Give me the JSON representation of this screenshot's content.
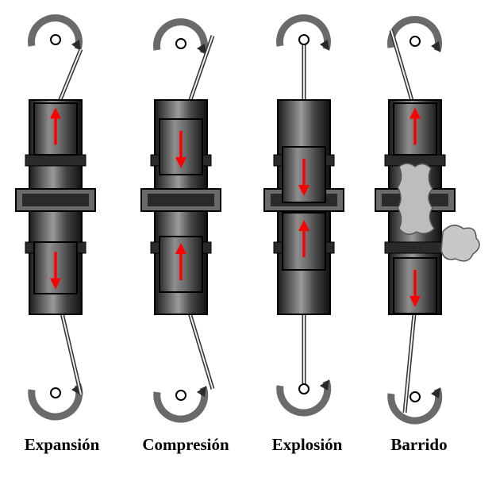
{
  "stages": [
    {
      "label": "Expansión",
      "crank_top": "right",
      "crank_bottom": "right",
      "arrow_top": "up",
      "arrow_bottom": "down",
      "exhaust": false
    },
    {
      "label": "Compresión",
      "crank_top": "right",
      "crank_bottom": "right",
      "arrow_top": "down",
      "arrow_bottom": "up",
      "exhaust": false
    },
    {
      "label": "Explosión",
      "crank_top": "center",
      "crank_bottom": "center",
      "arrow_top": "down",
      "arrow_bottom": "up",
      "exhaust": false
    },
    {
      "label": "Barrido",
      "crank_top": "left",
      "crank_bottom": "left",
      "arrow_top": "up",
      "arrow_bottom": "down",
      "exhaust": true
    }
  ],
  "colors": {
    "arrow": "#ff0000",
    "metal_dark": "#2a2a2a",
    "metal_mid": "#6a6a6a",
    "metal_light": "#b8b8b8",
    "ink": "#000000"
  }
}
